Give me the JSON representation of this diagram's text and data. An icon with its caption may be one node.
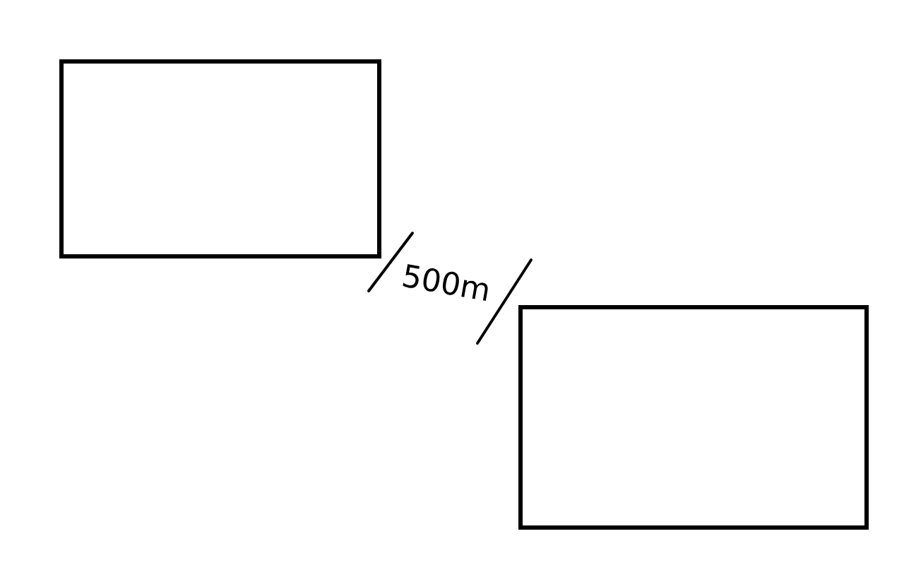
{
  "diagram": {
    "nodes": [
      {
        "text": [],
        "shape": "box"
      },
      {
        "text": [],
        "shape": "box"
      }
    ],
    "labels": [
      "500m"
    ]
  }
}
